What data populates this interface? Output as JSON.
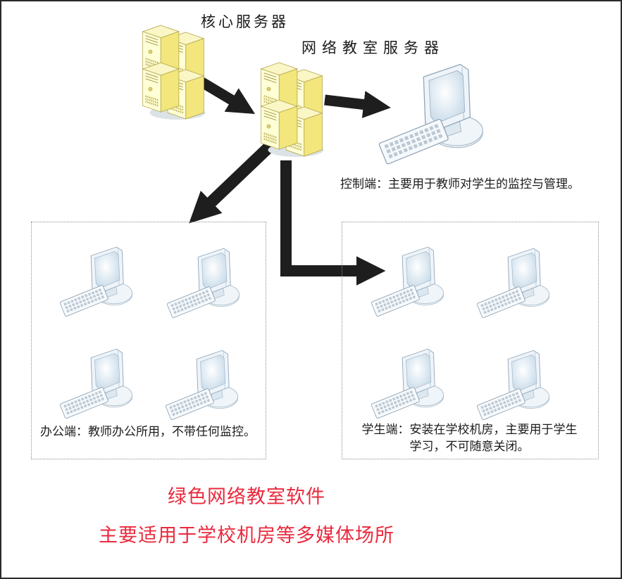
{
  "diagram": {
    "core_server_label": "核心服务器",
    "network_server_label": "网络教室服务器",
    "control_caption": "控制端：主要用于教师对学生的监控与管理。",
    "office_caption": "办公端：教师办公所用，不带任何监控。",
    "student_caption_line1": "学生端：安装在学校机房，主要用于学生",
    "student_caption_line2": "学习，不可随意关闭。",
    "footer_line1": "绿色网络教室软件",
    "footer_line2": "主要适用于学校机房等多媒体场所",
    "icons": {
      "core_server": "server-tower-cluster-icon",
      "network_server": "server-tower-cluster-icon",
      "control_terminal": "desktop-workstation-icon",
      "office_terminal": "desktop-workstation-icon",
      "student_terminal": "desktop-workstation-icon",
      "connector": "black-arrow"
    },
    "colors": {
      "footer_text": "#ea2a3d",
      "server_side": "#f2e67c",
      "server_face": "#ffffd6",
      "monitor_screen": "#cfe0ec",
      "arrow": "#1e1e1e",
      "box_border": "#8f8f8f",
      "caption_text": "#1c1c1c"
    }
  }
}
